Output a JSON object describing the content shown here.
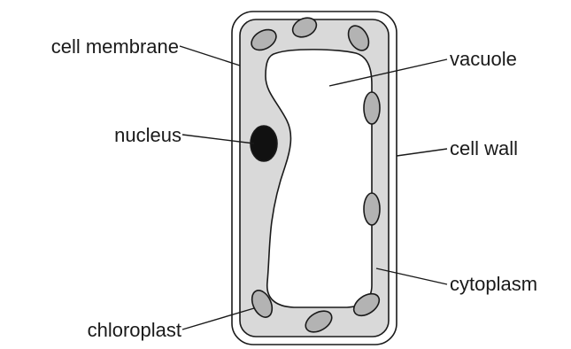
{
  "labels": {
    "cell_membrane": "cell membrane",
    "nucleus": "nucleus",
    "chloroplast": "chloroplast",
    "vacuole": "vacuole",
    "cell_wall": "cell wall",
    "cytoplasm": "cytoplasm"
  },
  "colors": {
    "cytoplasm": "#d9d9d9",
    "chloroplast": "#b3b3b3",
    "nucleus": "#111111",
    "wall": "#ffffff",
    "vacuole": "#ffffff",
    "line": "#1a1a1a"
  }
}
